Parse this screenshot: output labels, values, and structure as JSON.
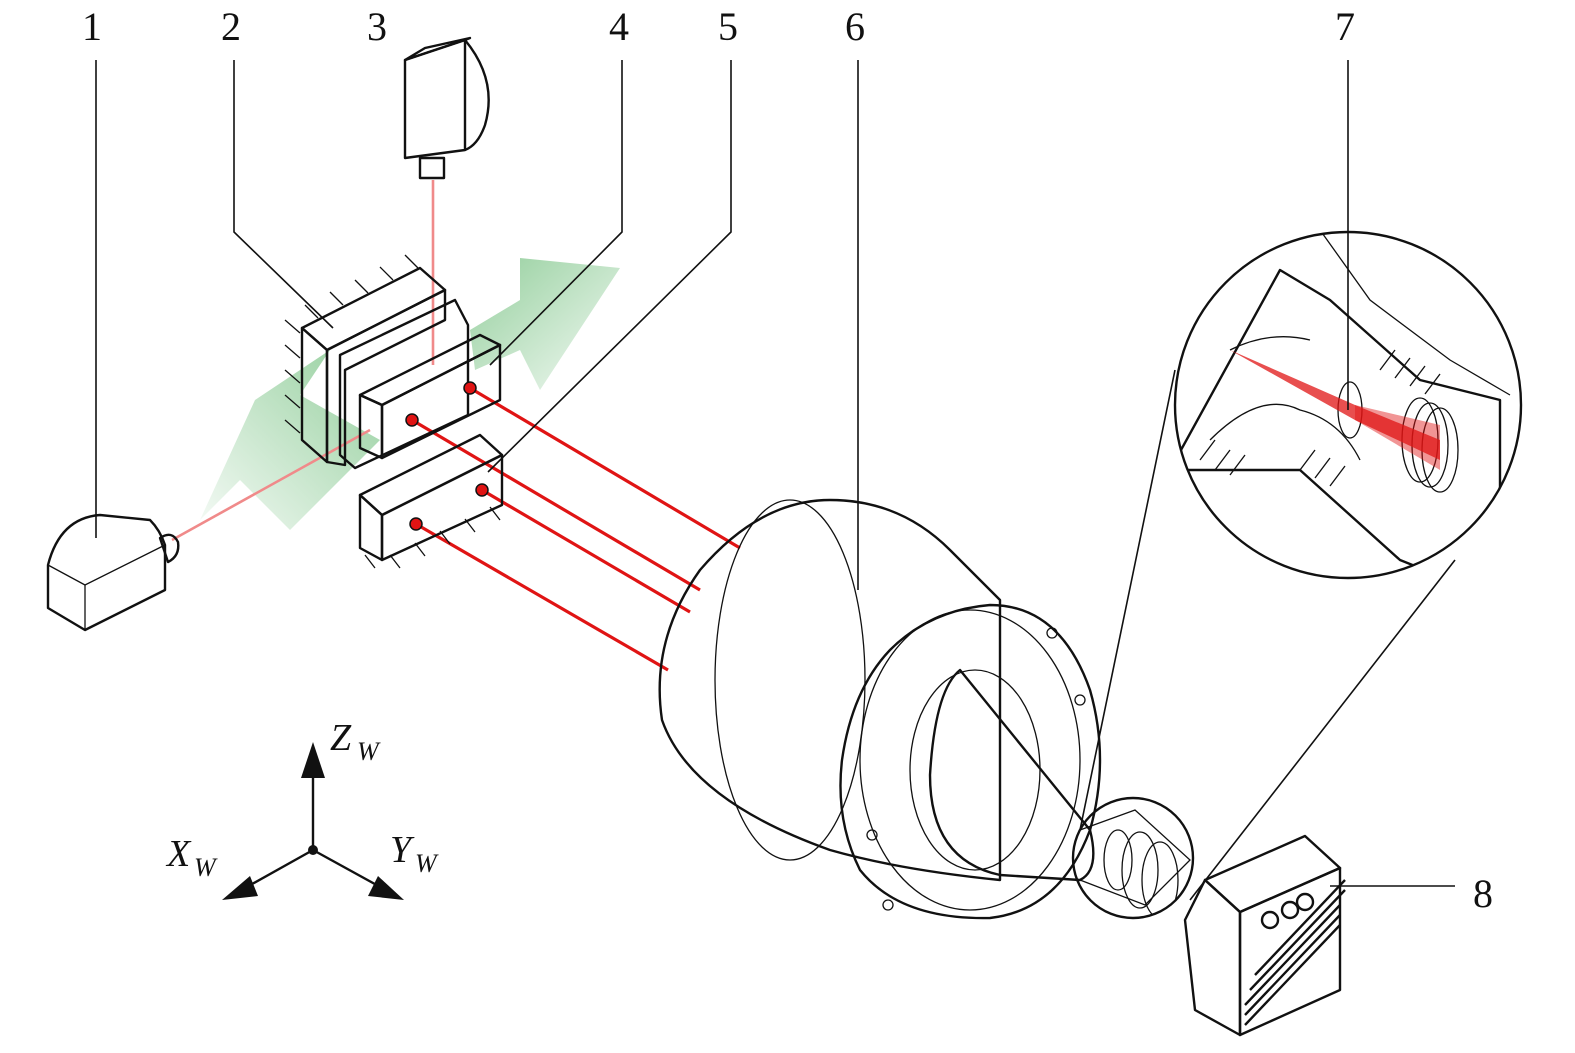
{
  "labels": {
    "l1": "1",
    "l2": "2",
    "l3": "3",
    "l4": "4",
    "l5": "5",
    "l6": "6",
    "l7": "7",
    "l8": "8"
  },
  "axes": {
    "z_main": "Z",
    "z_sub": "W",
    "x_main": "X",
    "x_sub": "W",
    "y_main": "Y",
    "y_sub": "W"
  },
  "colors": {
    "laser": "#e01414",
    "laser_soft": "#f08a8a",
    "motion_green": "#3aa64a",
    "body_light": "#d4d4d4",
    "body_dark": "#555555"
  }
}
